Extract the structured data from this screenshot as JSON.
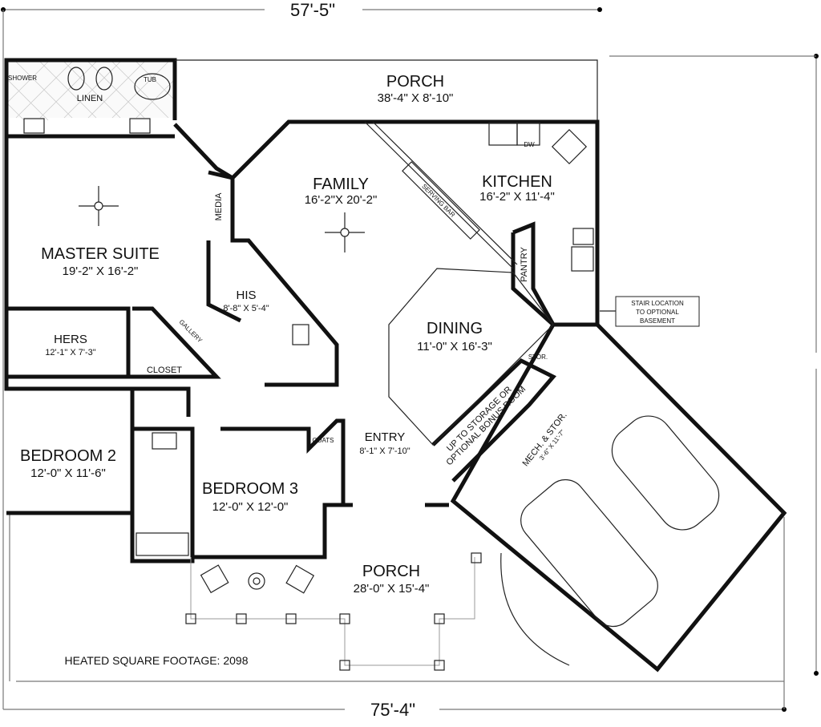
{
  "dimensions": {
    "top": "57'-5\"",
    "bottom": "75'-4\""
  },
  "rooms": {
    "porch_rear": {
      "name": "PORCH",
      "size": "38'-4\" X 8'-10\""
    },
    "family": {
      "name": "FAMILY",
      "size": "16'-2\"X 20'-2\""
    },
    "kitchen": {
      "name": "KITCHEN",
      "size": "16'-2\" X 11'-4\""
    },
    "master_suite": {
      "name": "MASTER SUITE",
      "size": "19'-2\" X 16'-2\""
    },
    "his": {
      "name": "HIS",
      "size": "8'-8\" X 5'-4\""
    },
    "hers": {
      "name": "HERS",
      "size": "12'-1\" X 7'-3\""
    },
    "dining": {
      "name": "DINING",
      "size": "11'-0\" X 16'-3\""
    },
    "bedroom2": {
      "name": "BEDROOM 2",
      "size": "12'-0\" X 11'-6\""
    },
    "bedroom3": {
      "name": "BEDROOM 3",
      "size": "12'-0\" X 12'-0\""
    },
    "entry": {
      "name": "ENTRY",
      "size": "8'-1\" X 7'-10\""
    },
    "porch_front": {
      "name": "PORCH",
      "size": "28'-0\" X 15'-4\""
    },
    "mech": {
      "name": "MECH. & STOR.",
      "size": "3'-6\" X 11'-7\""
    }
  },
  "labels": {
    "shower": "SHOWER",
    "linen": "LINEN",
    "tub": "TUB",
    "media": "MEDIA",
    "gallery": "GALLERY",
    "closet": "CLOSET",
    "pantry": "PANTRY",
    "stor": "STOR.",
    "coats": "COATS",
    "serving_bar": "SERVING BAR",
    "dw": "DW",
    "stairs_line1": "UP TO STORAGE OR",
    "stairs_line2": "OPTIONAL BONUS ROOM"
  },
  "callout": {
    "line1": "STAIR LOCATION",
    "line2": "TO OPTIONAL",
    "line3": "BASEMENT"
  },
  "footage": "HEATED SQUARE FOOTAGE: 2098"
}
